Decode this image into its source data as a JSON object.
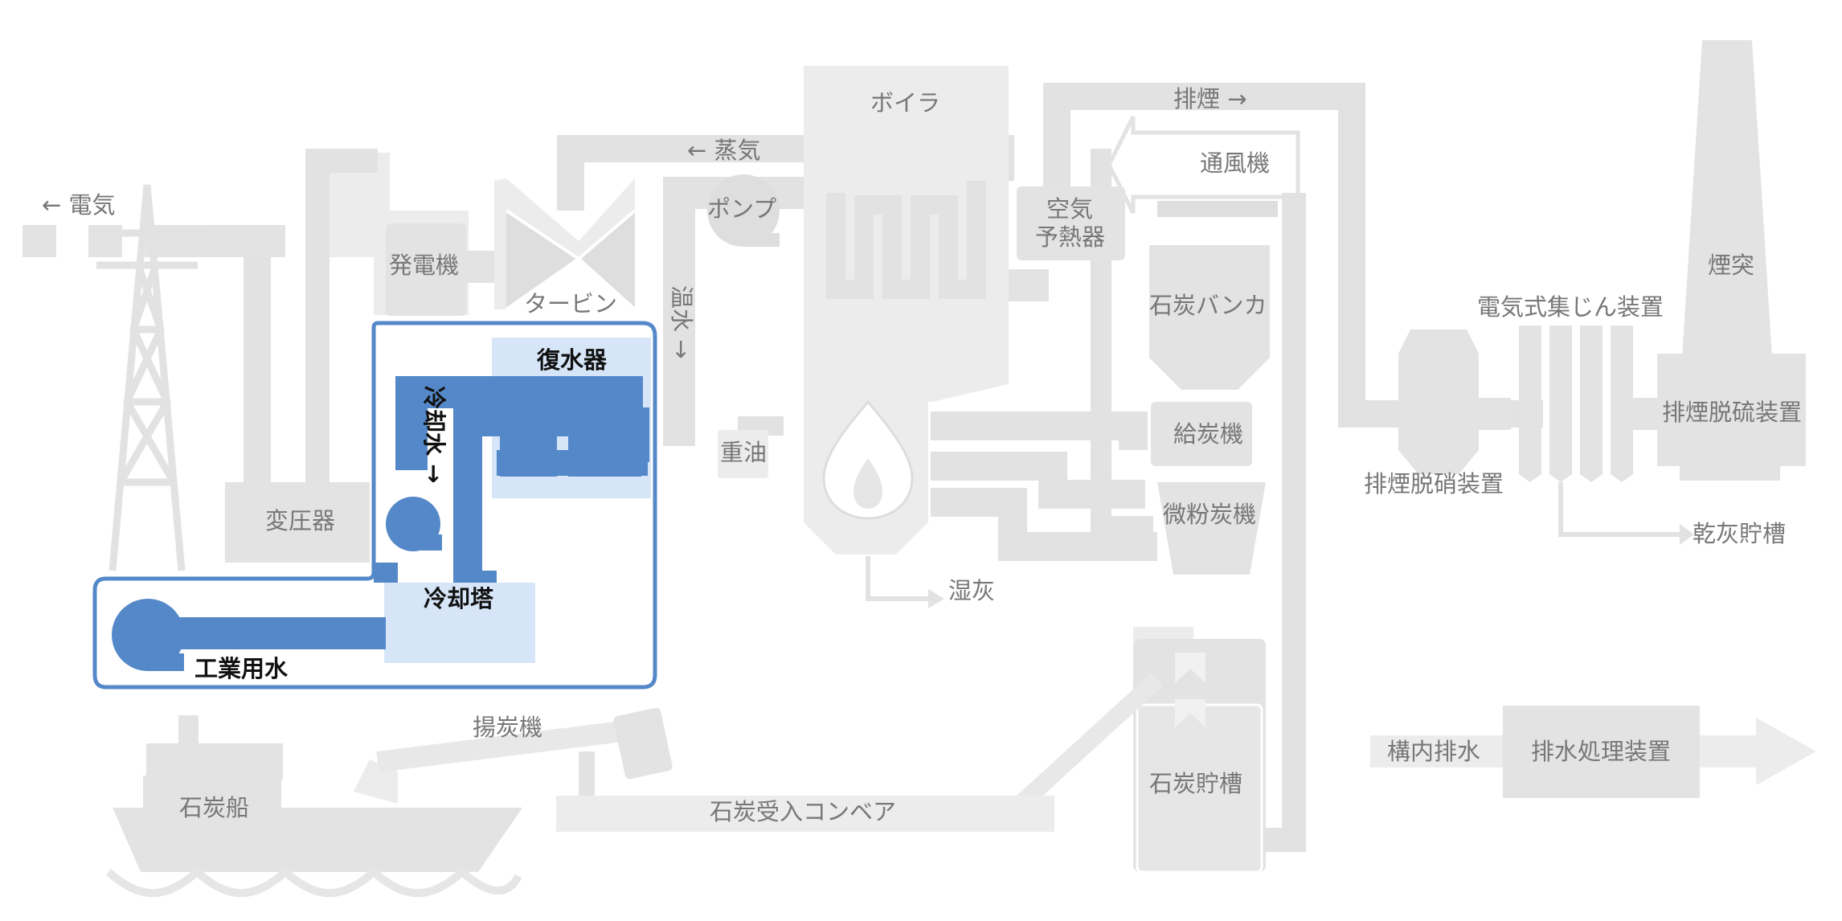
{
  "labels": {
    "electricity": "← 電気",
    "generator": "発電機",
    "turbine": "タービン",
    "transformer": "変圧器",
    "steam": "← 蒸気",
    "pump": "ポンプ",
    "hot_water": "温水 →",
    "boiler": "ボイラ",
    "heavy_oil": "重油",
    "wet_ash": "湿灰",
    "exhaust": "排煙 →",
    "fan": "通風機",
    "air_preheater_line1": "空気",
    "air_preheater_line2": "予熱器",
    "coal_bunker": "石炭バンカ",
    "coal_feeder": "給炭機",
    "pulverizer": "微粉炭機",
    "coal_storage": "石炭貯槽",
    "denitration": "排煙脱硝装置",
    "electrostatic_precipitator": "電気式集じん装置",
    "chimney": "煙突",
    "desulfurization": "排煙脱硫装置",
    "dry_ash_silo": "乾灰貯槽",
    "onsite_drainage": "構内排水",
    "wastewater_treatment": "排水処理装置",
    "coal_ship": "石炭船",
    "coal_unloader": "揚炭機",
    "coal_conveyor": "石炭受入コンベア"
  },
  "highlight": {
    "condenser": "復水器",
    "cooling_water": "冷却水 →",
    "cooling_tower": "冷却塔",
    "industrial_water": "工業用水"
  },
  "colors": {
    "highlight": "#5588c8",
    "highlight_light": "#d6e6f8",
    "equipment": "#e3e3e3",
    "label": "#777777"
  }
}
